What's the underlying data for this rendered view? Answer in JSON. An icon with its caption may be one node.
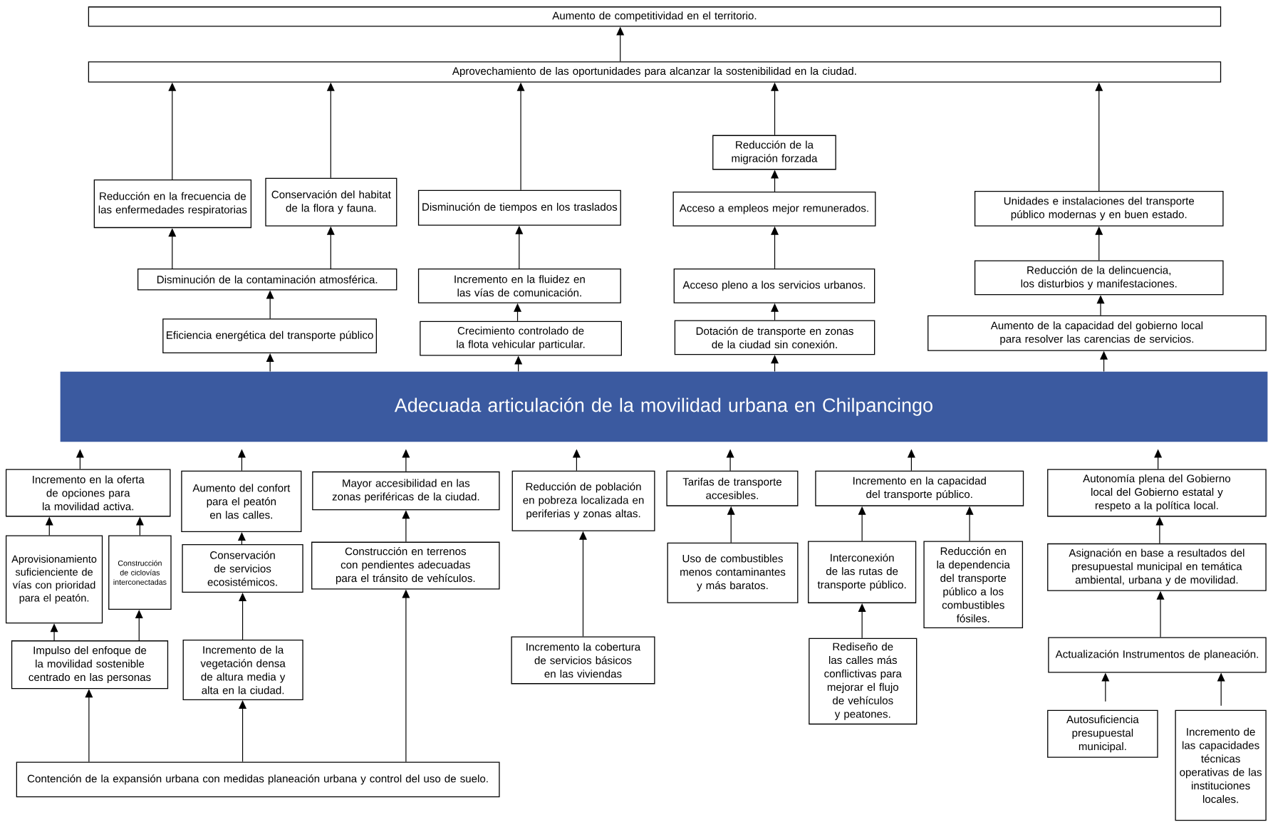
{
  "diagram": {
    "nodes": [
      {
        "text": [
          "Aumento de competitividad en el territorio."
        ]
      },
      {
        "text": [
          "Aprovechamiento de las oportunidades para alcanzar la sostenibilidad en la ciudad."
        ]
      },
      {
        "text": [
          "Reducción en la frecuencia de las enfermedades respiratorias"
        ]
      },
      {
        "text": [
          "Conservación del habitat de la flora y fauna."
        ]
      },
      {
        "text": [
          "Disminución de tiempos en los traslados"
        ]
      },
      {
        "text": [
          "Reducción de la migración forzada"
        ]
      },
      {
        "text": [
          "Acceso a empleos mejor remunerados."
        ]
      },
      {
        "text": [
          "Unidades e instalaciones del transporte público modernas y en buen estado."
        ]
      },
      {
        "text": [
          "Disminución de la contaminación atmosférica."
        ]
      },
      {
        "text": [
          "Incremento en la fluidez en las vías de comunicación."
        ]
      },
      {
        "text": [
          "Acceso pleno a los servicios urbanos."
        ]
      },
      {
        "text": [
          "Reducción de la delincuencia, los disturbios y manifestaciones."
        ]
      },
      {
        "text": [
          "Eficiencia energética del transporte público"
        ]
      },
      {
        "text": [
          "Crecimiento controlado de la flota vehicular particular."
        ]
      },
      {
        "text": [
          "Dotación de transporte en zonas de la ciudad sin conexión."
        ]
      },
      {
        "text": [
          "Aumento de la capacidad del gobierno local para resolver las carencias de servicios."
        ]
      },
      {
        "text": [
          "Adecuada articulación de la movilidad urbana en Chilpancingo"
        ]
      },
      {
        "text": [
          "Incremento en la oferta de opciones para la movilidad activa."
        ]
      },
      {
        "text": [
          "Aumento del confort para el peatón en las calles."
        ]
      },
      {
        "text": [
          "Mayor accesibilidad en las zonas periféricas de la ciudad."
        ]
      },
      {
        "text": [
          "Reducción de población en pobreza localizada en periferias y zonas altas."
        ]
      },
      {
        "text": [
          "Tarifas de transporte accesibles."
        ]
      },
      {
        "text": [
          "Incremento en la capacidad del transporte público."
        ]
      },
      {
        "text": [
          "Autonomía plena del Gobierno local del Gobierno estatal y respeto a la política local."
        ]
      },
      {
        "text": [
          "Aprovisionamiento suficienciente de vías con prioridad para el peatón."
        ]
      },
      {
        "text": [
          "Construcción de ciclovías interconectadas"
        ]
      },
      {
        "text": [
          "Conservación de servicios ecosistémicos."
        ]
      },
      {
        "text": [
          "Construcción en terrenos con pendientes adecuadas para el tránsito de vehículos."
        ]
      },
      {
        "text": [
          "Uso de combustibles menos contaminantes y más baratos."
        ]
      },
      {
        "text": [
          "Interconexión de las rutas de transporte público."
        ]
      },
      {
        "text": [
          "Reducción en la dependencia del transporte público a los combustibles fósiles."
        ]
      },
      {
        "text": [
          "Asignación en base a resultados del presupuestal municipal en temática ambiental, urbana y de movilidad."
        ]
      },
      {
        "text": [
          "Impulso del enfoque de la movilidad sostenible centrado en las personas"
        ]
      },
      {
        "text": [
          "Incremento de la vegetación densa de altura media y alta en la ciudad."
        ]
      },
      {
        "text": [
          "Incremento la cobertura de servicios básicos en las viviendas"
        ]
      },
      {
        "text": [
          "Rediseño de las calles más conflictivas para mejorar el flujo de vehículos y peatones."
        ]
      },
      {
        "text": [
          "Actualización Instrumentos de planeación."
        ]
      },
      {
        "text": [
          "Autosuficiencia presupuestal municipal."
        ]
      },
      {
        "text": [
          "Incremento de las capacidades técnicas operativas de las instituciones locales."
        ]
      },
      {
        "text": [
          "Contención de la expansión urbana con medidas planeación urbana y control del uso de suelo."
        ]
      }
    ],
    "edges": [
      {
        "from": 1,
        "to": 0,
        "arrow": "to"
      },
      {
        "from": 2,
        "to": 1,
        "arrow": "to"
      },
      {
        "from": 3,
        "to": 1,
        "arrow": "to"
      },
      {
        "from": 4,
        "to": 1,
        "arrow": "to"
      },
      {
        "from": 5,
        "to": 1,
        "arrow": "to"
      },
      {
        "from": 7,
        "to": 1,
        "arrow": "to"
      },
      {
        "from": 8,
        "to": 2,
        "arrow": "to"
      },
      {
        "from": 8,
        "to": 3,
        "arrow": "to"
      },
      {
        "from": 9,
        "to": 4,
        "arrow": "to"
      },
      {
        "from": 6,
        "to": 5,
        "arrow": "to"
      },
      {
        "from": 10,
        "to": 6,
        "arrow": "to"
      },
      {
        "from": 11,
        "to": 7,
        "arrow": "to"
      },
      {
        "from": 12,
        "to": 8,
        "arrow": "to"
      },
      {
        "from": 13,
        "to": 9,
        "arrow": "to"
      },
      {
        "from": 14,
        "to": 10,
        "arrow": "to"
      },
      {
        "from": 15,
        "to": 11,
        "arrow": "to"
      },
      {
        "from": 16,
        "to": 12,
        "arrow": "to"
      },
      {
        "from": 16,
        "to": 13,
        "arrow": "to"
      },
      {
        "from": 16,
        "to": 14,
        "arrow": "to"
      },
      {
        "from": 16,
        "to": 15,
        "arrow": "to"
      },
      {
        "from": 17,
        "to": 16,
        "arrow": "to"
      },
      {
        "from": 18,
        "to": 16,
        "arrow": "to"
      },
      {
        "from": 19,
        "to": 16,
        "arrow": "to"
      },
      {
        "from": 20,
        "to": 16,
        "arrow": "to"
      },
      {
        "from": 21,
        "to": 16,
        "arrow": "to"
      },
      {
        "from": 22,
        "to": 16,
        "arrow": "to"
      },
      {
        "from": 23,
        "to": 16,
        "arrow": "to"
      },
      {
        "from": 24,
        "to": 17,
        "arrow": "to"
      },
      {
        "from": 25,
        "to": 17,
        "arrow": "to"
      },
      {
        "from": 26,
        "to": 18,
        "arrow": "to"
      },
      {
        "from": 27,
        "to": 19,
        "arrow": "to"
      },
      {
        "from": 34,
        "to": 20,
        "arrow": "to"
      },
      {
        "from": 28,
        "to": 21,
        "arrow": "to"
      },
      {
        "from": 29,
        "to": 22,
        "arrow": "to"
      },
      {
        "from": 30,
        "to": 22,
        "arrow": "to"
      },
      {
        "from": 31,
        "to": 23,
        "arrow": "to"
      },
      {
        "from": 32,
        "to": 24,
        "arrow": "to"
      },
      {
        "from": 32,
        "to": 25,
        "arrow": "to"
      },
      {
        "from": 33,
        "to": 26,
        "arrow": "to"
      },
      {
        "from": 39,
        "to": 32,
        "arrow": "to"
      },
      {
        "from": 39,
        "to": 33,
        "arrow": "to"
      },
      {
        "from": 39,
        "to": 27,
        "arrow": "to"
      },
      {
        "from": 35,
        "to": 29,
        "arrow": "to"
      },
      {
        "from": 36,
        "to": 31,
        "arrow": "to"
      },
      {
        "from": 37,
        "to": 36,
        "arrow": "to"
      },
      {
        "from": 38,
        "to": 36,
        "arrow": "to"
      }
    ]
  }
}
